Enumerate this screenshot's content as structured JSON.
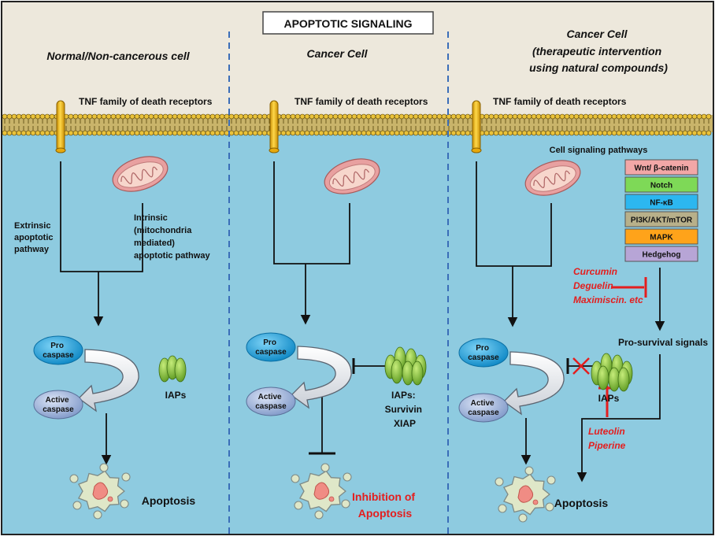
{
  "title": "APOPTOTIC SIGNALING",
  "columns": {
    "normal": {
      "heading": "Normal/Non-cancerous  cell",
      "receptor_label": "TNF family of death receptors",
      "extrinsic": [
        "Extrinsic",
        "apoptotic",
        "pathway"
      ],
      "intrinsic": [
        "Intrinsic",
        "(mitochondria",
        "mediated)",
        "apoptotic pathway"
      ],
      "pro_caspase": [
        "Pro",
        "caspase"
      ],
      "active_caspase": [
        "Active",
        "caspase"
      ],
      "iaps": "IAPs",
      "outcome": "Apoptosis"
    },
    "cancer": {
      "heading": "Cancer Cell",
      "receptor_label": "TNF family of death receptors",
      "pro_caspase": [
        "Pro",
        "caspase"
      ],
      "active_caspase": [
        "Active",
        "caspase"
      ],
      "iaps": [
        "IAPs:",
        "Survivin",
        "XIAP"
      ],
      "outcome": [
        "Inhibition of",
        "Apoptosis"
      ]
    },
    "therapy": {
      "heading": [
        "Cancer Cell",
        "(therapeutic intervention",
        "using natural compounds)"
      ],
      "receptor_label": "TNF family of death receptors",
      "pathways_title": "Cell signaling pathways",
      "pathways": [
        {
          "label": "Wnt/ β-catenin",
          "color": "#F2A7A7"
        },
        {
          "label": "Notch",
          "color": "#7ED957"
        },
        {
          "label": "NF-κB",
          "color": "#2CB7F0"
        },
        {
          "label": "PI3K/AKT/mTOR",
          "color": "#B8B08A"
        },
        {
          "label": "MAPK",
          "color": "#FFA31A"
        },
        {
          "label": "Hedgehog",
          "color": "#B7A5D6"
        }
      ],
      "inhibitors_top": [
        "Curcumin",
        "Deguelin",
        "Maximiscin. etc"
      ],
      "pro_survival": "Pro-survival signals",
      "pro_caspase": [
        "Pro",
        "caspase"
      ],
      "active_caspase": [
        "Active",
        "caspase"
      ],
      "iaps": "IAPs",
      "inhibitors_bottom": [
        "Luteolin",
        "Piperine"
      ],
      "outcome": "Apoptosis"
    }
  },
  "colors": {
    "cytoplasm": "#8ECBE0",
    "exterior": "#EDE8DC",
    "inhibitor_red": "#E41E1E",
    "receptor": "#F2B817",
    "iap_green": "#8CC63E",
    "pro_caspase": "#16A0DB",
    "active_caspase": "#8FA8D8"
  }
}
